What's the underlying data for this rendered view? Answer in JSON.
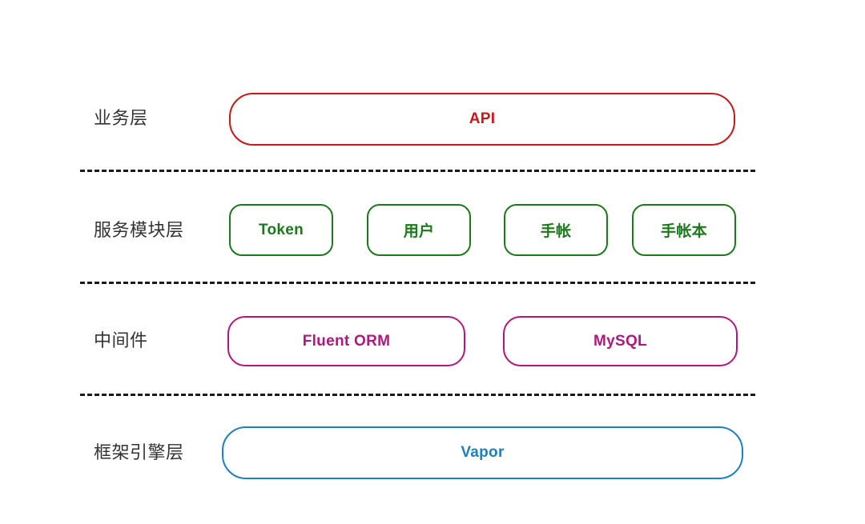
{
  "diagram": {
    "type": "layered-architecture",
    "background_color": "#ffffff",
    "divider_style": "dashed",
    "divider_color": "#1a1a1a",
    "label_color": "#333333",
    "rows": [
      {
        "id": "business",
        "label": "业务层",
        "accent_color": "#cc1717",
        "nodes": [
          {
            "label": "API"
          }
        ]
      },
      {
        "id": "service-modules",
        "label": "服务模块层",
        "accent_color": "#1a7a1a",
        "nodes": [
          {
            "label": "Token"
          },
          {
            "label": "用户"
          },
          {
            "label": "手帐"
          },
          {
            "label": "手帐本"
          }
        ]
      },
      {
        "id": "middleware",
        "label": "中间件",
        "accent_color": "#b3177f",
        "nodes": [
          {
            "label": "Fluent ORM"
          },
          {
            "label": "MySQL"
          }
        ]
      },
      {
        "id": "framework-engine",
        "label": "框架引擎层",
        "accent_color": "#1b80c4",
        "nodes": [
          {
            "label": "Vapor"
          }
        ]
      }
    ]
  }
}
